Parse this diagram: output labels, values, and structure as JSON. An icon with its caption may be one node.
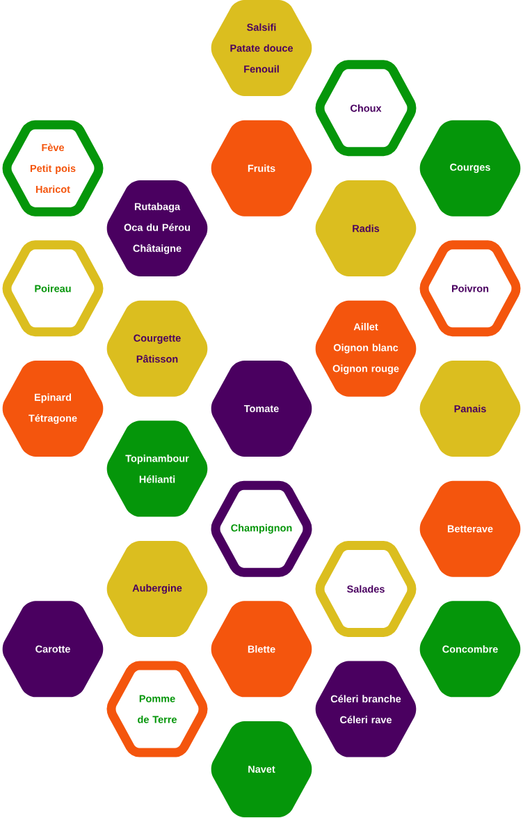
{
  "diagram": {
    "nodes": [
      {
        "text": [
          "Salsifi",
          "Patate douce",
          "Fenouil"
        ]
      },
      {
        "text": [
          "Choux"
        ]
      },
      {
        "text": [
          "Fève",
          "Petit pois",
          "Haricot"
        ]
      },
      {
        "text": [
          "Fruits"
        ]
      },
      {
        "text": [
          "Courges"
        ]
      },
      {
        "text": [
          "Rutabaga",
          "Oca du Pérou",
          "Châtaigne"
        ]
      },
      {
        "text": [
          "Radis"
        ]
      },
      {
        "text": [
          "Poireau"
        ]
      },
      {
        "text": [
          "Poivron"
        ]
      },
      {
        "text": [
          "Courgette",
          "Pâtisson"
        ]
      },
      {
        "text": [
          "Aillet",
          "Oignon blanc",
          "Oignon rouge"
        ]
      },
      {
        "text": [
          "Epinard",
          "Tétragone"
        ]
      },
      {
        "text": [
          "Tomate"
        ]
      },
      {
        "text": [
          "Panais"
        ]
      },
      {
        "text": [
          "Topinambour",
          "Hélianti"
        ]
      },
      {
        "text": [
          "Champignon"
        ]
      },
      {
        "text": [
          "Betterave"
        ]
      },
      {
        "text": [
          "Aubergine"
        ]
      },
      {
        "text": [
          "Salades"
        ]
      },
      {
        "text": [
          "Carotte"
        ]
      },
      {
        "text": [
          "Blette"
        ]
      },
      {
        "text": [
          "Concombre"
        ]
      },
      {
        "text": [
          "Pomme de Terre"
        ]
      },
      {
        "text": [
          "Céleri branche",
          "Céleri rave"
        ]
      },
      {
        "text": [
          "Navet"
        ]
      }
    ]
  }
}
